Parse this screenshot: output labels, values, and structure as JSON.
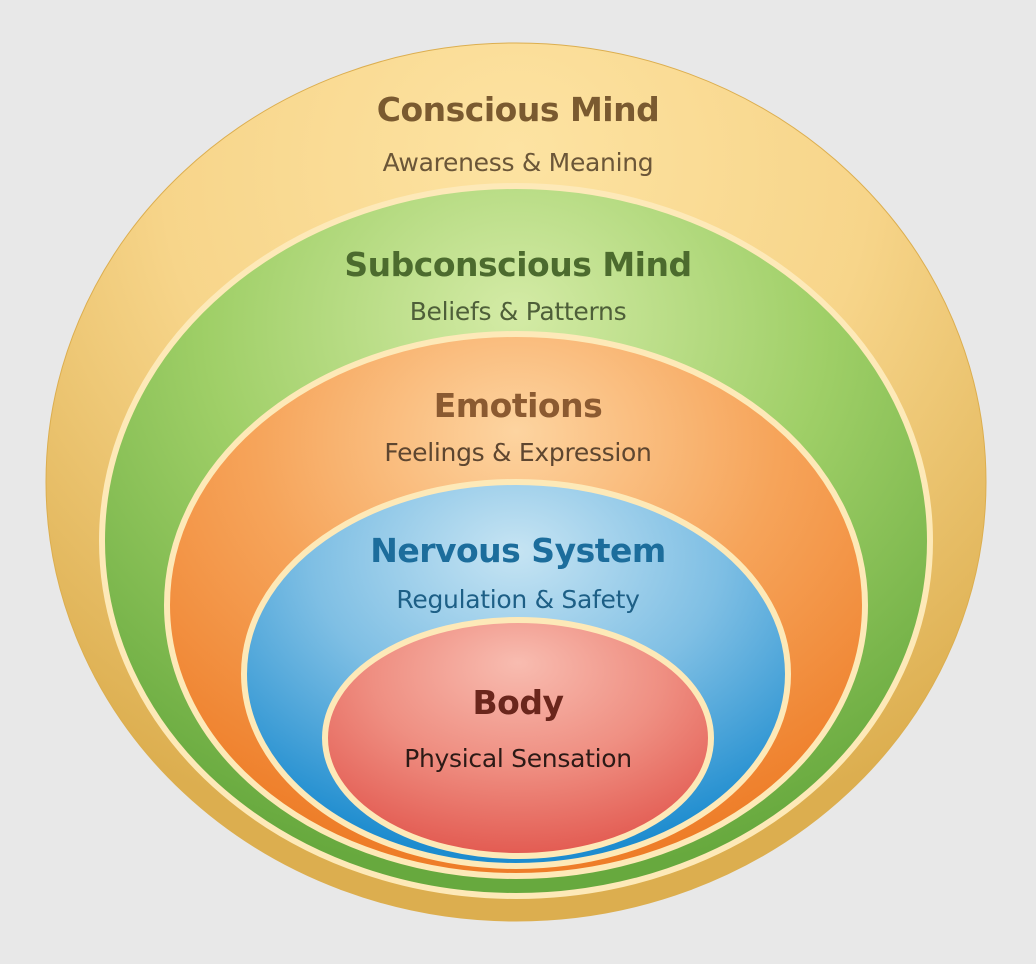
{
  "diagram": {
    "type": "nested-ellipses",
    "layers": [
      {
        "id": "conscious-mind",
        "title": "Conscious Mind",
        "subtitle": "Awareness & Meaning",
        "colors": {
          "fill_light": "#fde3a2",
          "fill_mid": "#f7d58a",
          "fill_dark": "#dcae4f",
          "title": "#7a5a30",
          "subtitle": "#6b5638"
        }
      },
      {
        "id": "subconscious-mind",
        "title": "Subconscious Mind",
        "subtitle": "Beliefs & Patterns",
        "colors": {
          "fill_light": "#d4eba6",
          "fill_mid": "#9fcf67",
          "fill_dark": "#67a93e",
          "title": "#4c6b2e",
          "subtitle": "#4e5f39"
        }
      },
      {
        "id": "emotions",
        "title": "Emotions",
        "subtitle": "Feelings & Expression",
        "colors": {
          "fill_light": "#fdd4a0",
          "fill_mid": "#f6a45a",
          "fill_dark": "#ee7d28",
          "title": "#8b5a31",
          "subtitle": "#5e4630"
        }
      },
      {
        "id": "nervous-system",
        "title": "Nervous System",
        "subtitle": "Regulation & Safety",
        "colors": {
          "fill_light": "#c6e4f3",
          "fill_mid": "#7fbfe4",
          "fill_dark": "#1d8ccf",
          "title": "#1c6d9c",
          "subtitle": "#1d5f86"
        }
      },
      {
        "id": "body",
        "title": "Body",
        "subtitle": "Physical Sensation",
        "colors": {
          "fill_light": "#f8bcb0",
          "fill_mid": "#ef8f82",
          "fill_dark": "#e1544b",
          "title": "#6a261c",
          "subtitle": "#2c1a16"
        }
      }
    ],
    "border_color": "#fde9b8",
    "background": "#e8e8e8"
  }
}
